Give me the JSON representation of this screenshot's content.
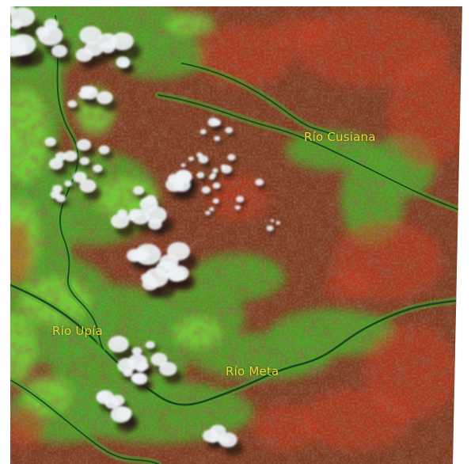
{
  "labels": {
    "rio_cusiana": "Río Cusiana",
    "rio_upia": "Río Upía",
    "rio_meta": "Río Meta"
  },
  "colors": {
    "label_text": "#f2d33a",
    "vegetation": "#4aa32a",
    "bright_vegetation": "#72d338",
    "savanna": "#7a3d24",
    "bare_soil": "#c23a22",
    "river": "#1f3a24",
    "cloud": "#eef1f4",
    "cloud_shadow": "#2a1a14",
    "background": "#ffffff"
  }
}
